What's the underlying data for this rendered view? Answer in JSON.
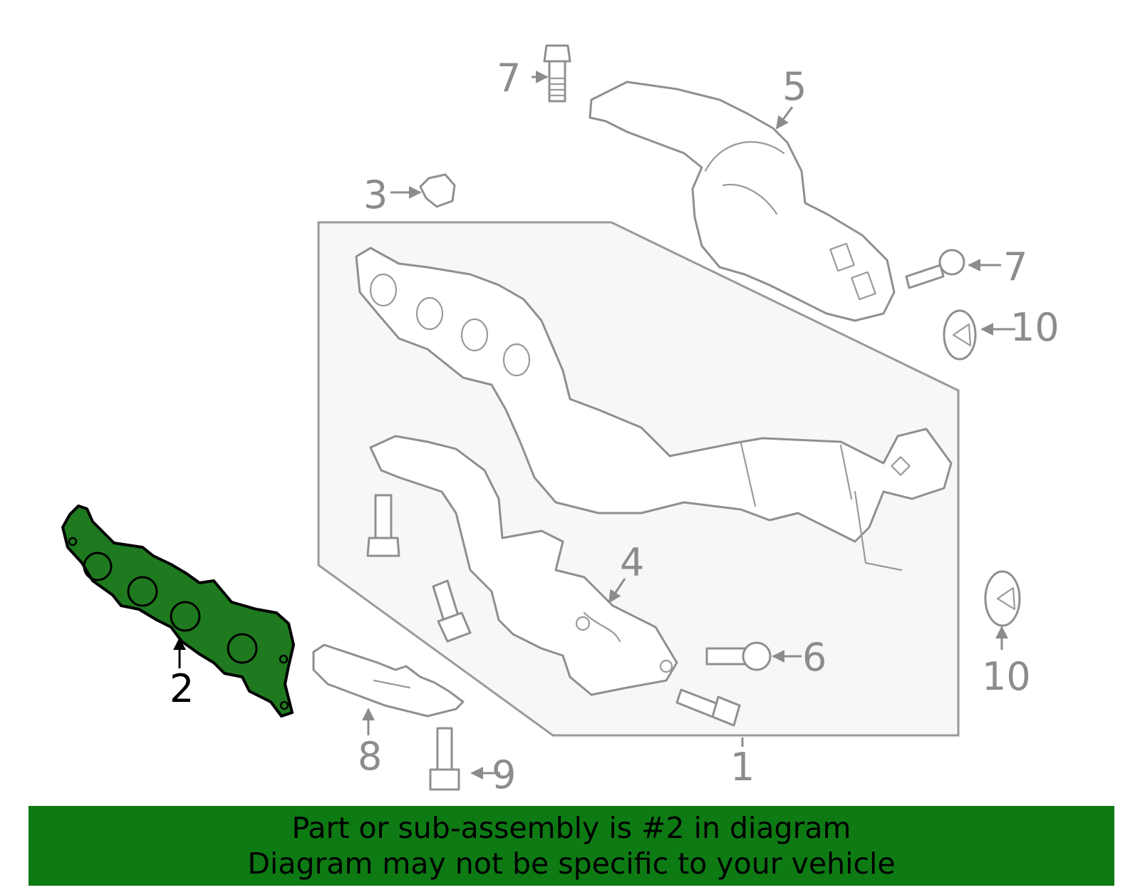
{
  "callouts": {
    "c1": "1",
    "c2": "2",
    "c3": "3",
    "c4": "4",
    "c5": "5",
    "c6": "6",
    "c7a": "7",
    "c7b": "7",
    "c8": "8",
    "c9": "9",
    "c10a": "10",
    "c10b": "10"
  },
  "highlighted_part": "2",
  "colors": {
    "highlight_fill": "#1f7a1f",
    "line_gray": "#8f8f8f",
    "banner_bg": "#0e7a14",
    "assembly_bg": "#f7f7f7"
  },
  "banner": {
    "line1": "Part or sub-assembly is #2 in diagram",
    "line2": "Diagram may not be specific to your vehicle"
  }
}
